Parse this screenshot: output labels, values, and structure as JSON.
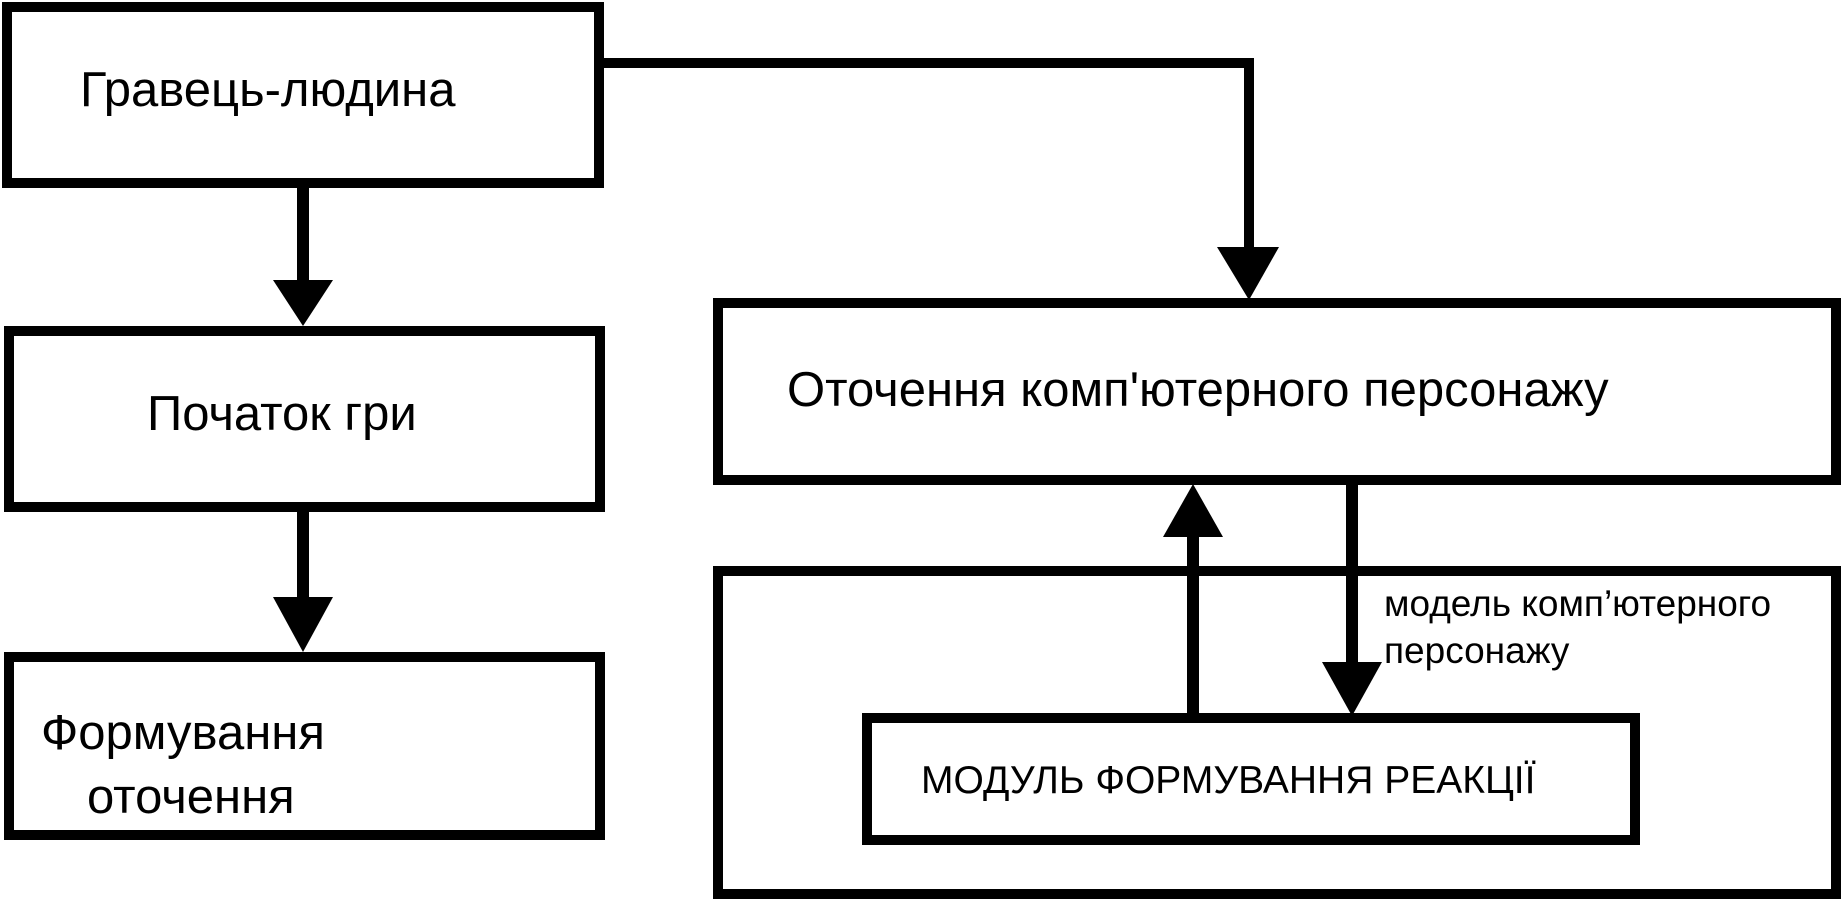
{
  "nodes": {
    "player": {
      "label": "Гравець-людина"
    },
    "game_start": {
      "label": "Початок гри"
    },
    "env_forming": {
      "line1": "Формування",
      "line2": "оточення"
    },
    "npc_env": {
      "label": "Оточення комп'ютерного персонажу"
    },
    "npc_model": {
      "line1": "модель комп’ютерного",
      "line2": "персонажу"
    },
    "reaction_module": {
      "label": "МОДУЛЬ ФОРМУВАННЯ РЕАКЦІЇ"
    }
  },
  "colors": {
    "stroke": "#000000",
    "background": "#ffffff"
  }
}
